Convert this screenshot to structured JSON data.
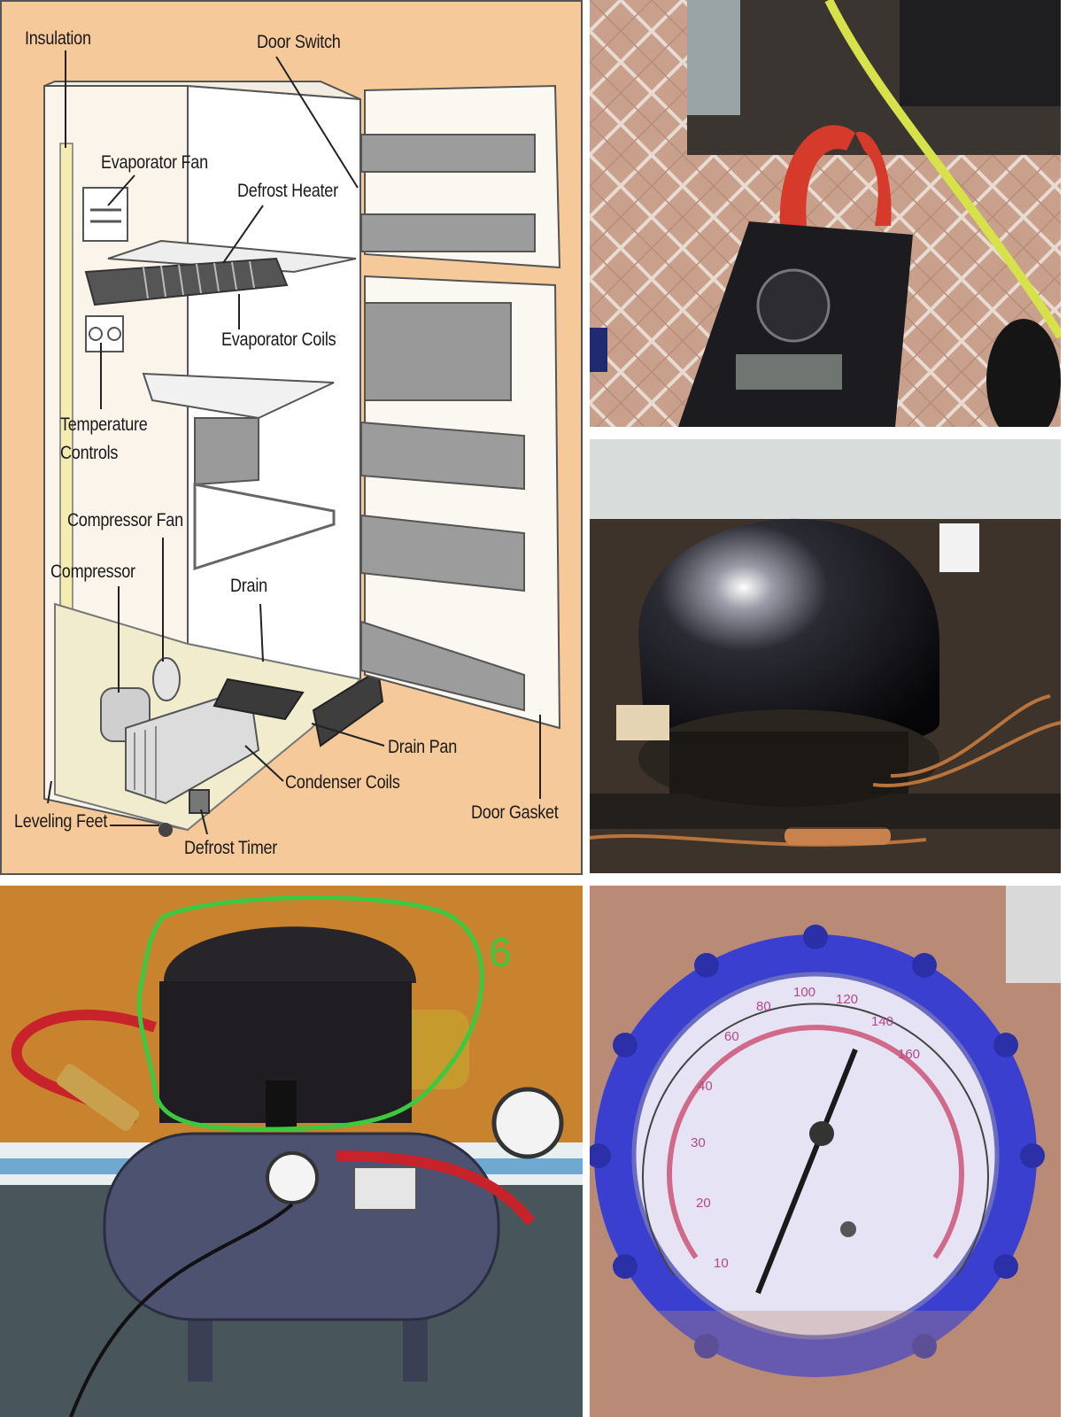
{
  "diagram": {
    "labels": {
      "insulation": "Insulation",
      "door_switch": "Door Switch",
      "evaporator_fan": "Evaporator Fan",
      "defrost_heater": "Defrost Heater",
      "evaporator_coils": "Evaporator Coils",
      "temperature_controls": "Temperature\nControls",
      "compressor_fan": "Compressor Fan",
      "compressor": "Compressor",
      "drain": "Drain",
      "drain_pan": "Drain Pan",
      "condenser_coils": "Condenser Coils",
      "door_gasket": "Door Gasket",
      "leveling_feet": "Leveling Feet",
      "defrost_timer": "Defrost Timer"
    }
  },
  "photos": {
    "annotation_mark": "6",
    "gauge_ticks": [
      "10",
      "20",
      "30",
      "40",
      "60",
      "80",
      "100",
      "120",
      "140",
      "160"
    ]
  },
  "colors": {
    "diagram_background": "#f6c99a",
    "annotation_outline": "#3ec840",
    "gauge_rim": "#3a3fd0"
  }
}
